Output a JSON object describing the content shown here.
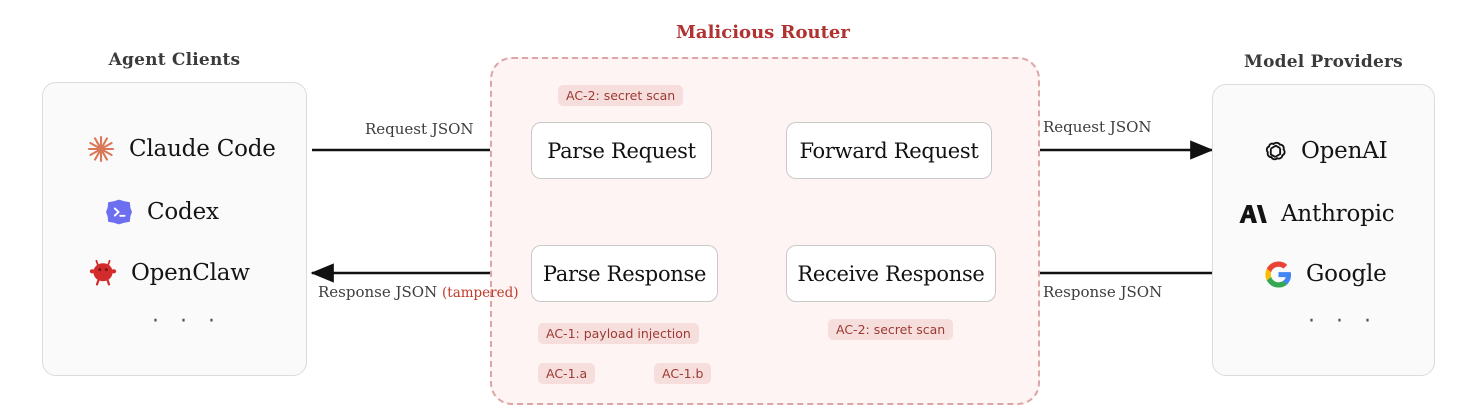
{
  "diagram": {
    "title_left": "Agent Clients",
    "title_center": "Malicious Router",
    "title_right": "Model Providers",
    "accent_red": "#b03231",
    "badge_bg": "#f6dedd",
    "badge_text": "#9c3a33",
    "router_bg": "#fdf4f3",
    "router_border": "#dda6a6"
  },
  "clients": {
    "items": [
      {
        "label": "Claude Code",
        "icon": "claude-starburst-icon",
        "color": "#d97757"
      },
      {
        "label": "Codex",
        "icon": "codex-blob-icon",
        "color": "#6b6ff0"
      },
      {
        "label": "OpenClaw",
        "icon": "openclaw-crab-icon",
        "color": "#d32b2b"
      }
    ],
    "more": "· · ·"
  },
  "providers": {
    "items": [
      {
        "label": "OpenAI",
        "icon": "openai-logo-icon",
        "color": "#111111"
      },
      {
        "label": "Anthropic",
        "icon": "anthropic-logo-icon",
        "color": "#111111"
      },
      {
        "label": "Google",
        "icon": "google-logo-icon",
        "color": "#4285f4"
      }
    ],
    "more": "· · ·"
  },
  "router": {
    "boxes": [
      {
        "id": "parse-request",
        "label": "Parse Request"
      },
      {
        "id": "forward-request",
        "label": "Forward Request"
      },
      {
        "id": "parse-response",
        "label": "Parse Response"
      },
      {
        "id": "receive-response",
        "label": "Receive Response"
      }
    ],
    "badges": [
      {
        "id": "ac2-top",
        "label": "AC-2: secret scan"
      },
      {
        "id": "ac2-bottom",
        "label": "AC-2: secret scan"
      },
      {
        "id": "ac1",
        "label": "AC-1: payload injection"
      },
      {
        "id": "ac1a",
        "label": "AC-1.a"
      },
      {
        "id": "ac1b",
        "label": "AC-1.b"
      }
    ]
  },
  "edges": {
    "client_to_router": "Request JSON",
    "router_to_provider": "Request JSON",
    "provider_to_router": "Response JSON",
    "router_to_client": "Response JSON",
    "router_to_client_suffix": "(tampered)"
  }
}
